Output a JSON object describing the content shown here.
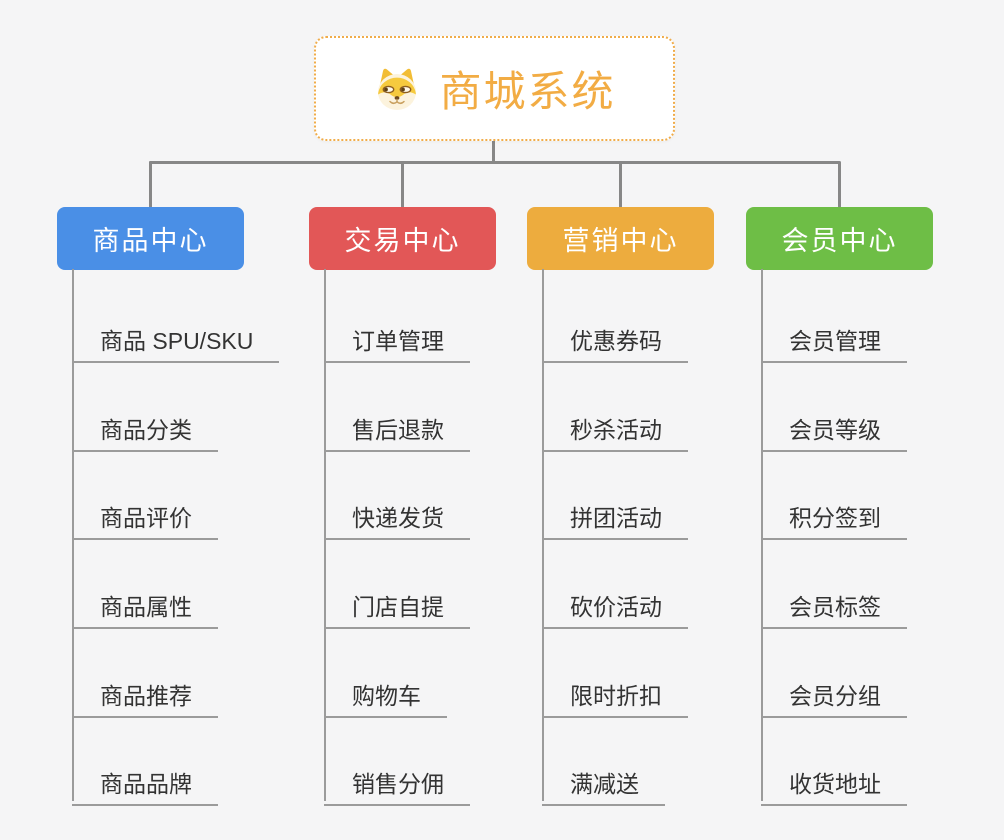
{
  "root": {
    "title": "商城系统",
    "icon": "shiba-dog-icon"
  },
  "branches": [
    {
      "label": "商品中心",
      "color": "#4a8fe6",
      "items": [
        "商品 SPU/SKU",
        "商品分类",
        "商品评价",
        "商品属性",
        "商品推荐",
        "商品品牌"
      ]
    },
    {
      "label": "交易中心",
      "color": "#e25757",
      "items": [
        "订单管理",
        "售后退款",
        "快递发货",
        "门店自提",
        "购物车",
        "销售分佣"
      ]
    },
    {
      "label": "营销中心",
      "color": "#edac3e",
      "items": [
        "优惠券码",
        "秒杀活动",
        "拼团活动",
        "砍价活动",
        "限时折扣",
        "满减送"
      ]
    },
    {
      "label": "会员中心",
      "color": "#6ebe46",
      "items": [
        "会员管理",
        "会员等级",
        "积分签到",
        "会员标签",
        "会员分组",
        "收货地址"
      ]
    }
  ],
  "colors": {
    "background": "#f5f5f6",
    "connector": "#878787",
    "leaf_line": "#9b9b9b",
    "leaf_text": "#333333",
    "root_border": "#f0ac4a",
    "root_text": "#f2ac44"
  }
}
